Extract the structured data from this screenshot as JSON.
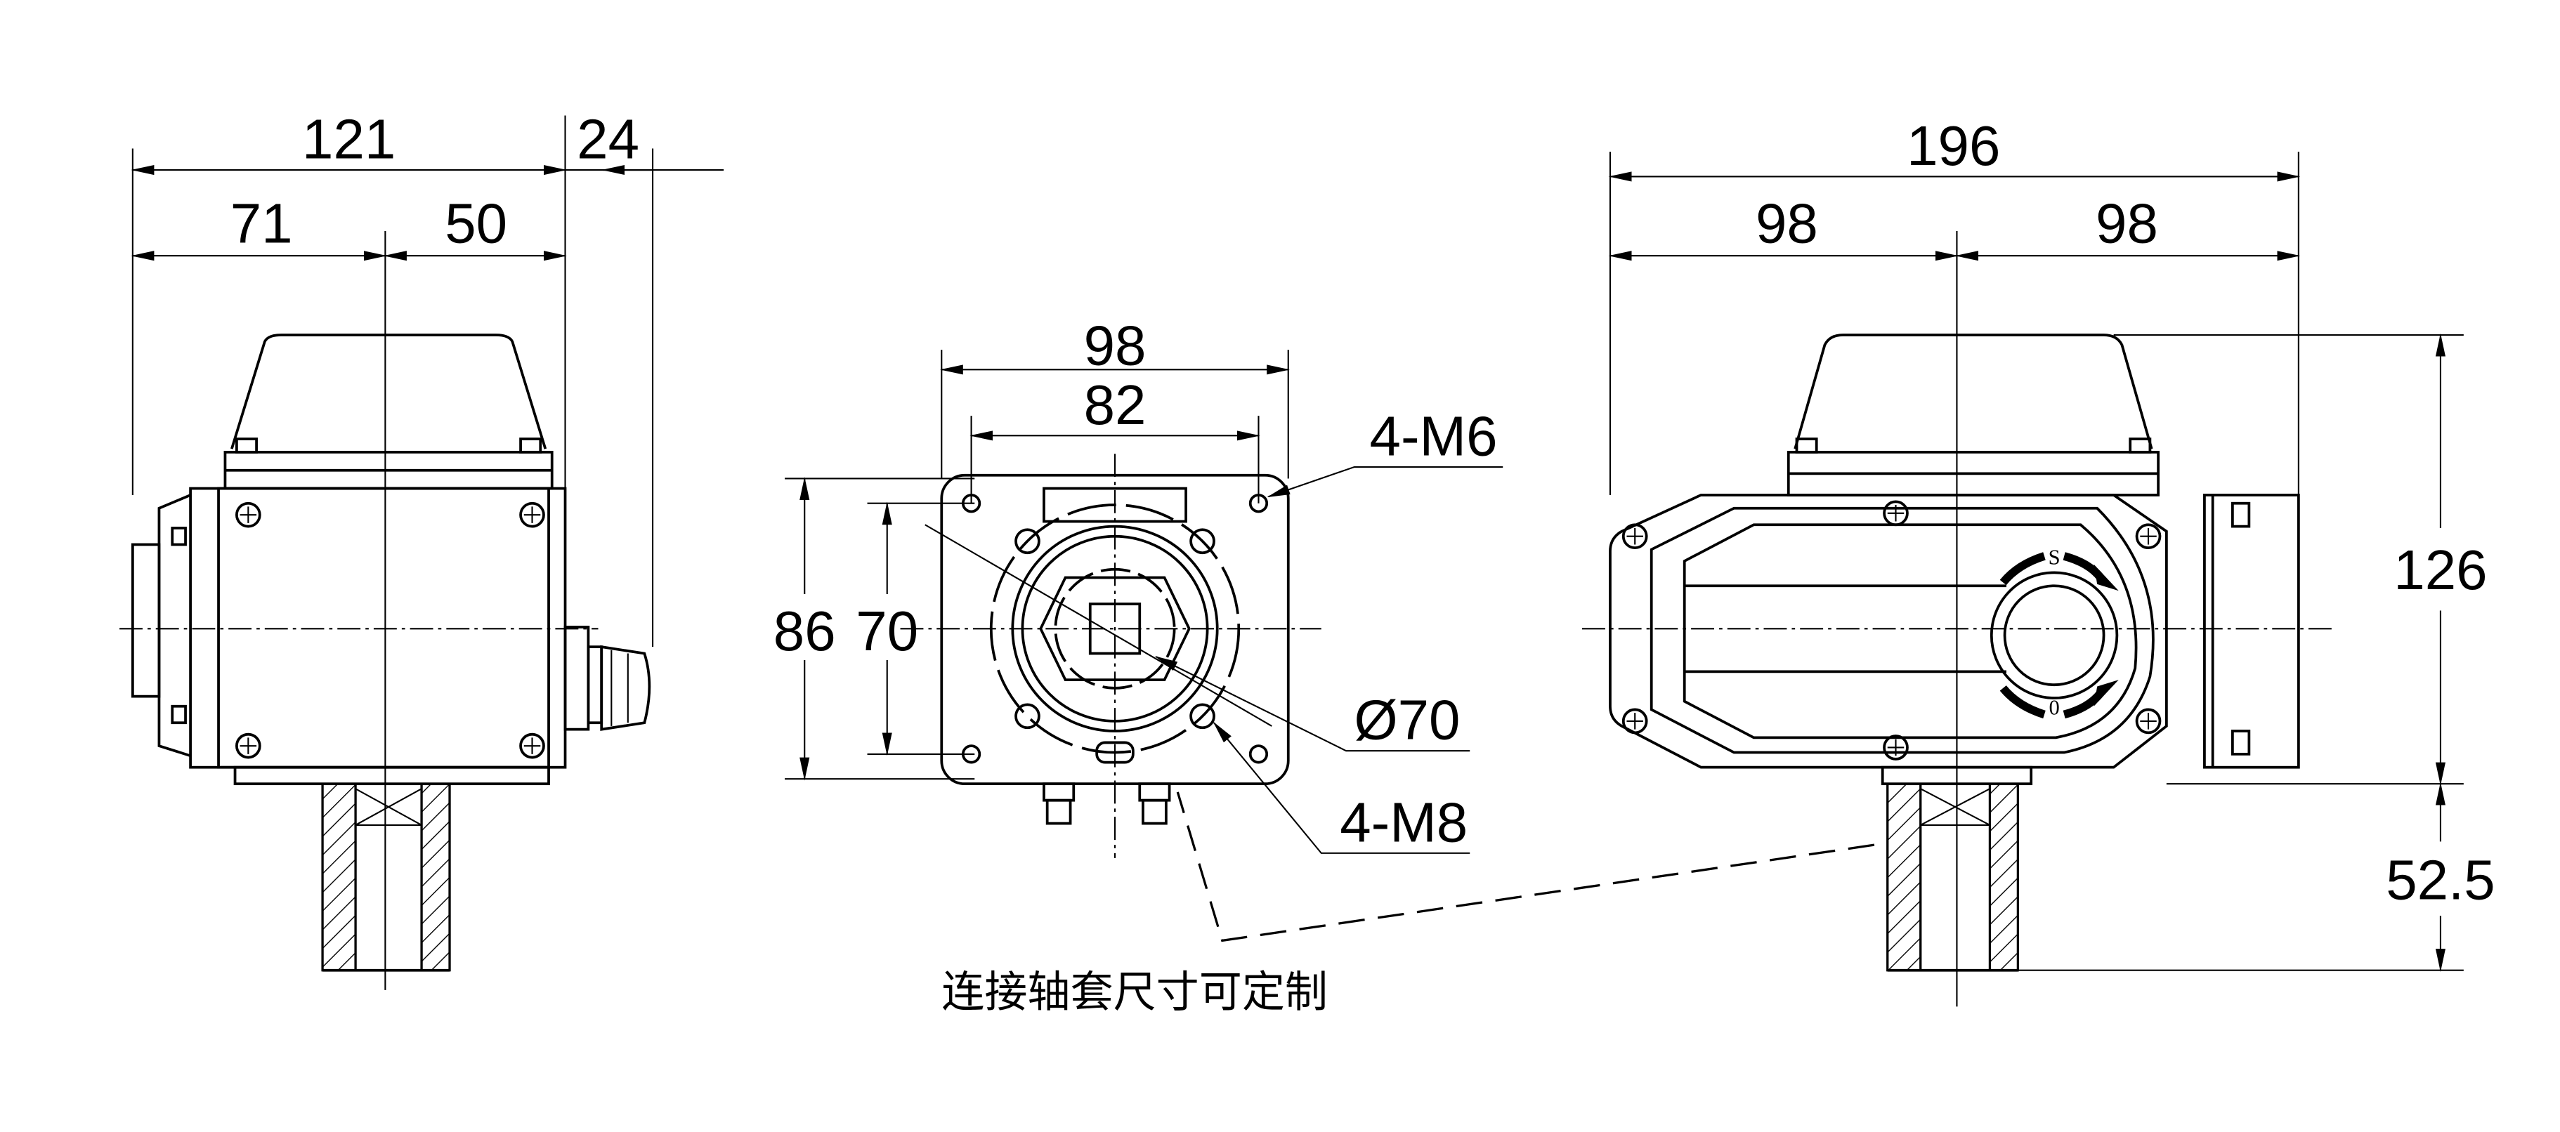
{
  "left_view": {
    "dim_total": "121",
    "dim_gland": "24",
    "dim_left": "71",
    "dim_right": "50"
  },
  "middle_view": {
    "dim_outer_width": "98",
    "dim_bolt_width": "82",
    "dim_outer_height": "86",
    "dim_bolt_height": "70",
    "top_bolts": "4-M6",
    "bottom_bolts": "4-M8",
    "pcd": "Ø70"
  },
  "right_view": {
    "dim_total": "196",
    "dim_left": "98",
    "dim_right": "98",
    "dim_height": "126",
    "dim_shaft": "52.5",
    "indicator_top": "S",
    "indicator_bottom": "0"
  },
  "note": "连接轴套尺寸可定制"
}
